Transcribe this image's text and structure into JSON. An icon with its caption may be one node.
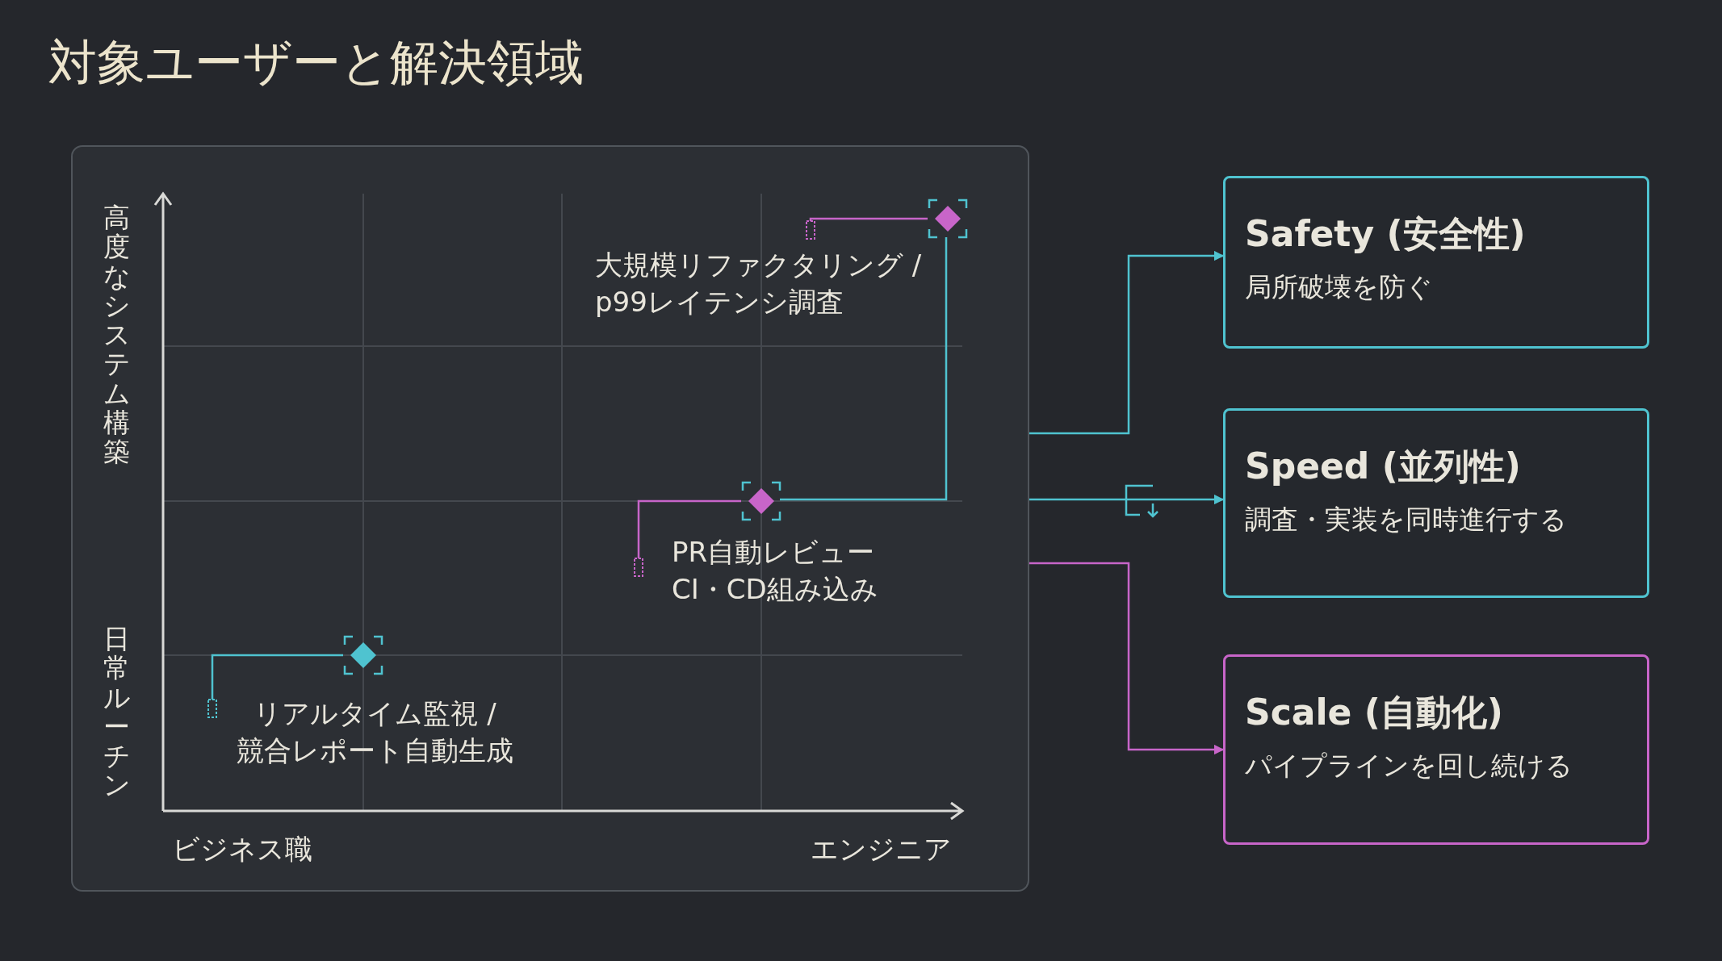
{
  "diagram": {
    "title": "対象ユーザーと解決領域",
    "nodes": [
      {
        "text": [],
        "shape": "box"
      },
      {
        "text": [],
        "shape": "diamond",
        "in": 0,
        "beside": [
          "大規模リファクタリング / p99レイテンシ調査"
        ]
      },
      {
        "text": [],
        "shape": "diamond",
        "in": 0,
        "beside": [
          "PR自動レビュー CI・CD組み込み"
        ]
      },
      {
        "text": [],
        "shape": "diamond",
        "in": 0,
        "beside": [
          "リアルタイム監視 / 競合レポート自動生成"
        ]
      },
      {
        "text": [
          "Safety (安全性)",
          "局所破壊を防ぐ"
        ]
      },
      {
        "text": [
          "Speed (並列性)",
          "調査・実装を同時進行する"
        ]
      },
      {
        "text": [
          "Scale (自動化)",
          "パイプラインを回し続ける"
        ]
      }
    ],
    "edges": [
      {
        "from": 2,
        "to": 1,
        "arrow": "none"
      },
      {
        "from": 0,
        "to": 4,
        "arrow": "to"
      },
      {
        "from": 0,
        "to": 5,
        "arrow": "to"
      },
      {
        "from": 0,
        "to": 6,
        "arrow": "to",
        "color": "#c865c9"
      }
    ],
    "labels": [
      "高度なシステム構築",
      "日常ルーチン",
      "ビジネス職",
      "エンジニア"
    ]
  }
}
